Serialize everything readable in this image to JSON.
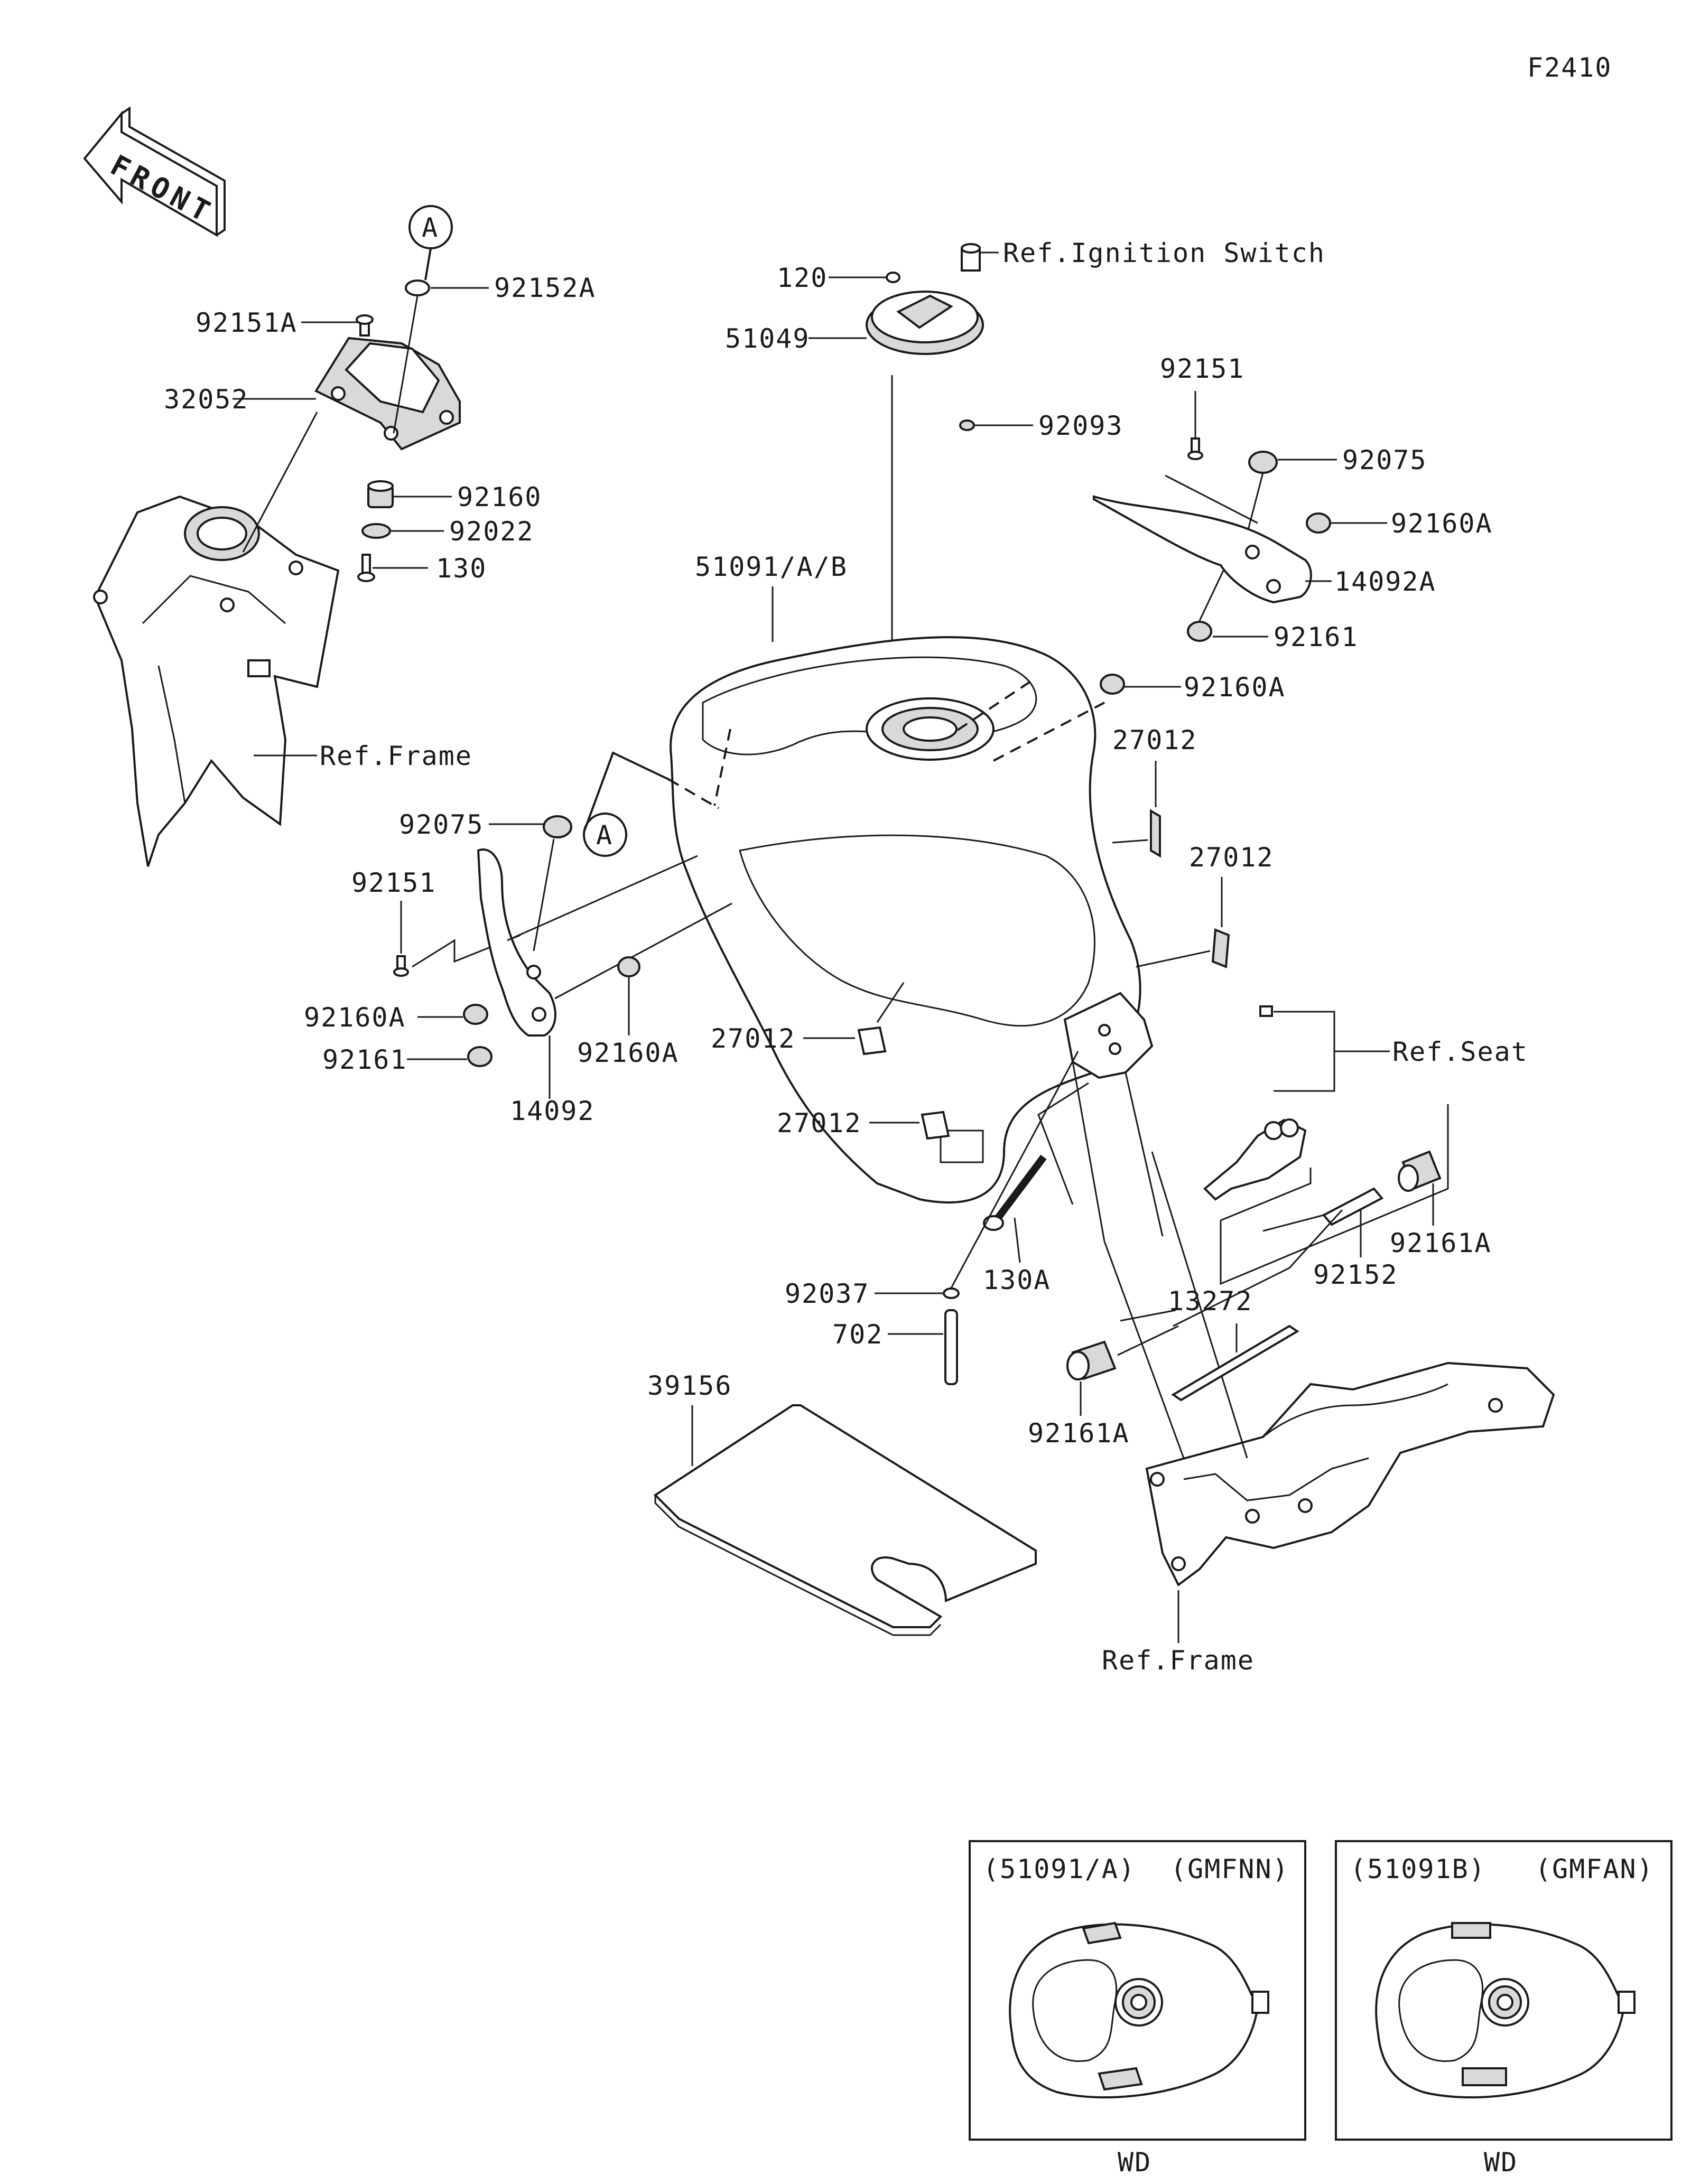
{
  "diagram": {
    "figure_code": "F2410",
    "front_label": "FRONT",
    "callout": "A",
    "labels": {
      "ref_ignition_switch": "Ref.Ignition Switch",
      "p120": "120",
      "p51049": "51049",
      "p92093": "92093",
      "p92151_right": "92151",
      "p92075_right": "92075",
      "p92160A_right": "92160A",
      "p14092A": "14092A",
      "p92161_right": "92161",
      "p92160A_mid": "92160A",
      "p27012_top": "27012",
      "p27012_right": "27012",
      "p51091AB": "51091/A/B",
      "p92151A": "92151A",
      "p92152A": "92152A",
      "p32052": "32052",
      "p92160": "92160",
      "p92022": "92022",
      "p130": "130",
      "ref_frame_left": "Ref.Frame",
      "p92075_left": "92075",
      "p92151_left": "92151",
      "p92160A_left": "92160A",
      "p92161_left": "92161",
      "p14092": "14092",
      "p92160A_low": "92160A",
      "p27012_mid": "27012",
      "p27012_low": "27012",
      "ref_seat": "Ref.Seat",
      "p92161A_right": "92161A",
      "p92152": "92152",
      "p130A": "130A",
      "p13272": "13272",
      "p92037": "92037",
      "p702": "702",
      "p39156": "39156",
      "p92161A_low": "92161A",
      "ref_frame_bottom": "Ref.Frame"
    },
    "variant_boxes": [
      {
        "part": "(51091/A)",
        "code": "(GMFNN)",
        "note": "WD"
      },
      {
        "part": "(51091B)",
        "code": "(GMFAN)",
        "note": "WD"
      }
    ]
  }
}
